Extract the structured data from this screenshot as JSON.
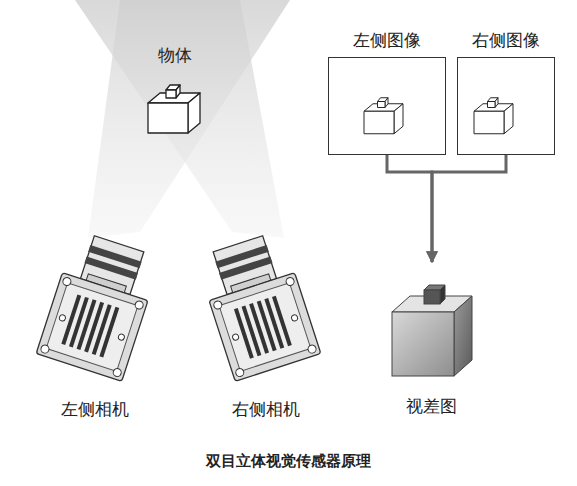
{
  "diagram": {
    "caption": "双目立体视觉传感器原理",
    "nodes": [
      {
        "text": [
          "左侧图像"
        ]
      },
      {
        "text": [
          "右侧图像"
        ]
      },
      {
        "text": [
          "视差图"
        ]
      }
    ],
    "edges": [
      {
        "from": 0,
        "to": 2,
        "arrow": "to"
      },
      {
        "from": 1,
        "to": 2,
        "arrow": "to"
      }
    ],
    "labels": [
      "物体",
      "左侧相机",
      "右侧相机"
    ]
  }
}
